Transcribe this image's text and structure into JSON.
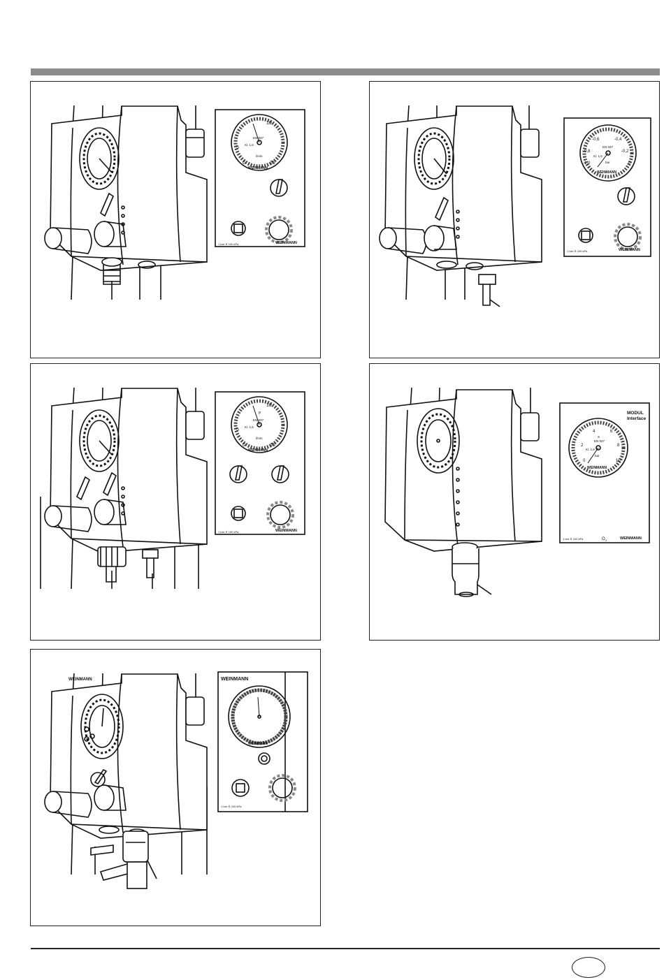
{
  "figures": [
    {
      "id": "fig1",
      "gauge": {
        "marks": [
          "10",
          "5",
          "0",
          "15"
        ],
        "standard": "EN 837",
        "class": "Kl. 1,6",
        "unit": "l/min"
      },
      "brand": "WEINMANN",
      "legend": "1 bar ≙ 100 kPa"
    },
    {
      "id": "fig2",
      "gauge": {
        "marks": [
          "-0,6",
          "-0,4",
          "-0,8",
          "-0,2",
          "-1,0",
          "0"
        ],
        "standard": "EN 837",
        "class": "Kl. 1,6",
        "unit": "bar"
      },
      "brand": "WEINMANN",
      "legend": "1 bar ≙ 100 kPa"
    },
    {
      "id": "fig3",
      "gauge": {
        "marks": [
          "10",
          "5",
          "0",
          "15"
        ],
        "standard": "EN 837",
        "class": "Kl. 1,6",
        "unit": "l/min",
        "symbol": "P"
      },
      "brand": "WEINMANN",
      "legend": "1 bar ≙ 100 kPa"
    },
    {
      "id": "fig4",
      "header": [
        "MODUL",
        "Interface"
      ],
      "gauge": {
        "marks": [
          "4",
          "6",
          "2",
          "8",
          "0",
          "10"
        ],
        "standard": "EN 837",
        "class": "Kl. 1,6",
        "unit": "bar",
        "symbol": "S"
      },
      "brand": "WEINMANN",
      "legend": "1 bar ≙ 100 kPa",
      "gas": "O",
      "gas_sub": "2"
    },
    {
      "id": "fig5",
      "header_brand": "WEINMANN",
      "brand": "WEINMANN",
      "legend": "1 bar ≙ 100 kPa"
    }
  ]
}
